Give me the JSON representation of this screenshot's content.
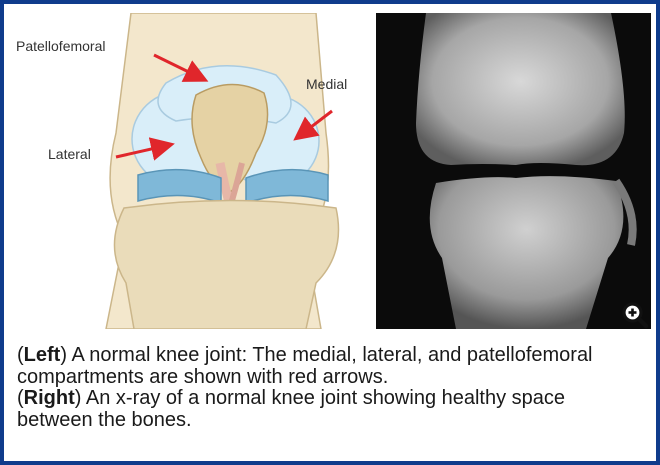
{
  "figure": {
    "labels": {
      "patellofemoral": "Patellofemoral",
      "medial": "Medial",
      "lateral": "Lateral"
    },
    "icons": {
      "zoom": "zoom-in-magnifier-icon"
    },
    "colors": {
      "frame_border": "#0f3c8c",
      "arrow": "#e0262b",
      "cartilage": "#d9eef9",
      "meniscus": "#7fb8d8",
      "bone": "#e5d2a4"
    }
  },
  "caption": {
    "left_label": "Left",
    "left_text": " A normal knee joint: The medial, lateral, and patellofemoral compartments are shown with red arrows.",
    "right_label": "Right",
    "right_text": " An x-ray of a normal knee joint showing healthy space between the bones."
  }
}
